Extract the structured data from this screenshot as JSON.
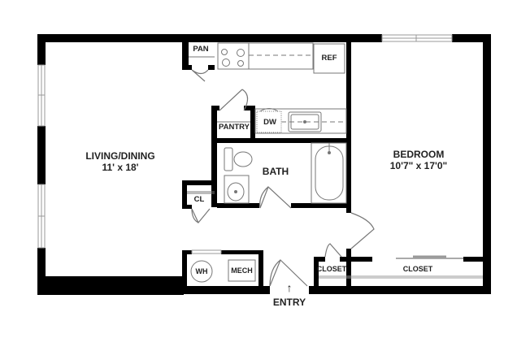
{
  "floorplan": {
    "rooms": {
      "living": {
        "name": "LIVING/DINING",
        "dims": "11' x 18'"
      },
      "bedroom": {
        "name": "BEDROOM",
        "dims": "10'7\" x 17'0\""
      },
      "bath": {
        "name": "BATH"
      }
    },
    "labels": {
      "pan": "PAN",
      "ref": "REF",
      "pantry": "PANTRY",
      "dw": "DW",
      "cl": "CL",
      "wh": "WH",
      "mech": "MECH",
      "closet_small": "CLOSET",
      "closet_large": "CLOSET",
      "entry": "ENTRY"
    },
    "icons": {
      "entry_arrow": "↑"
    },
    "colors": {
      "wall": "#000000",
      "fixture_line": "#777777",
      "window": "#aaaaaa",
      "background": "#ffffff"
    }
  }
}
